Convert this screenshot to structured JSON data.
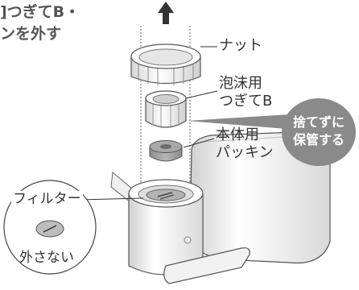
{
  "title": {
    "line1": "]つぎてB・",
    "line2": "ンを外す"
  },
  "parts": {
    "nut": "ナット",
    "aerator_line1": "泡沫用",
    "aerator_line2": "つぎてB",
    "gasket_line1": "本体用",
    "gasket_line2": "パッキン"
  },
  "badge": {
    "line1": "捨てずに",
    "line2": "保管する",
    "color": "#8a8a8a"
  },
  "callout": {
    "filter": "フィルター",
    "note": "外さない"
  },
  "direction_icon": "arrow-up-icon"
}
